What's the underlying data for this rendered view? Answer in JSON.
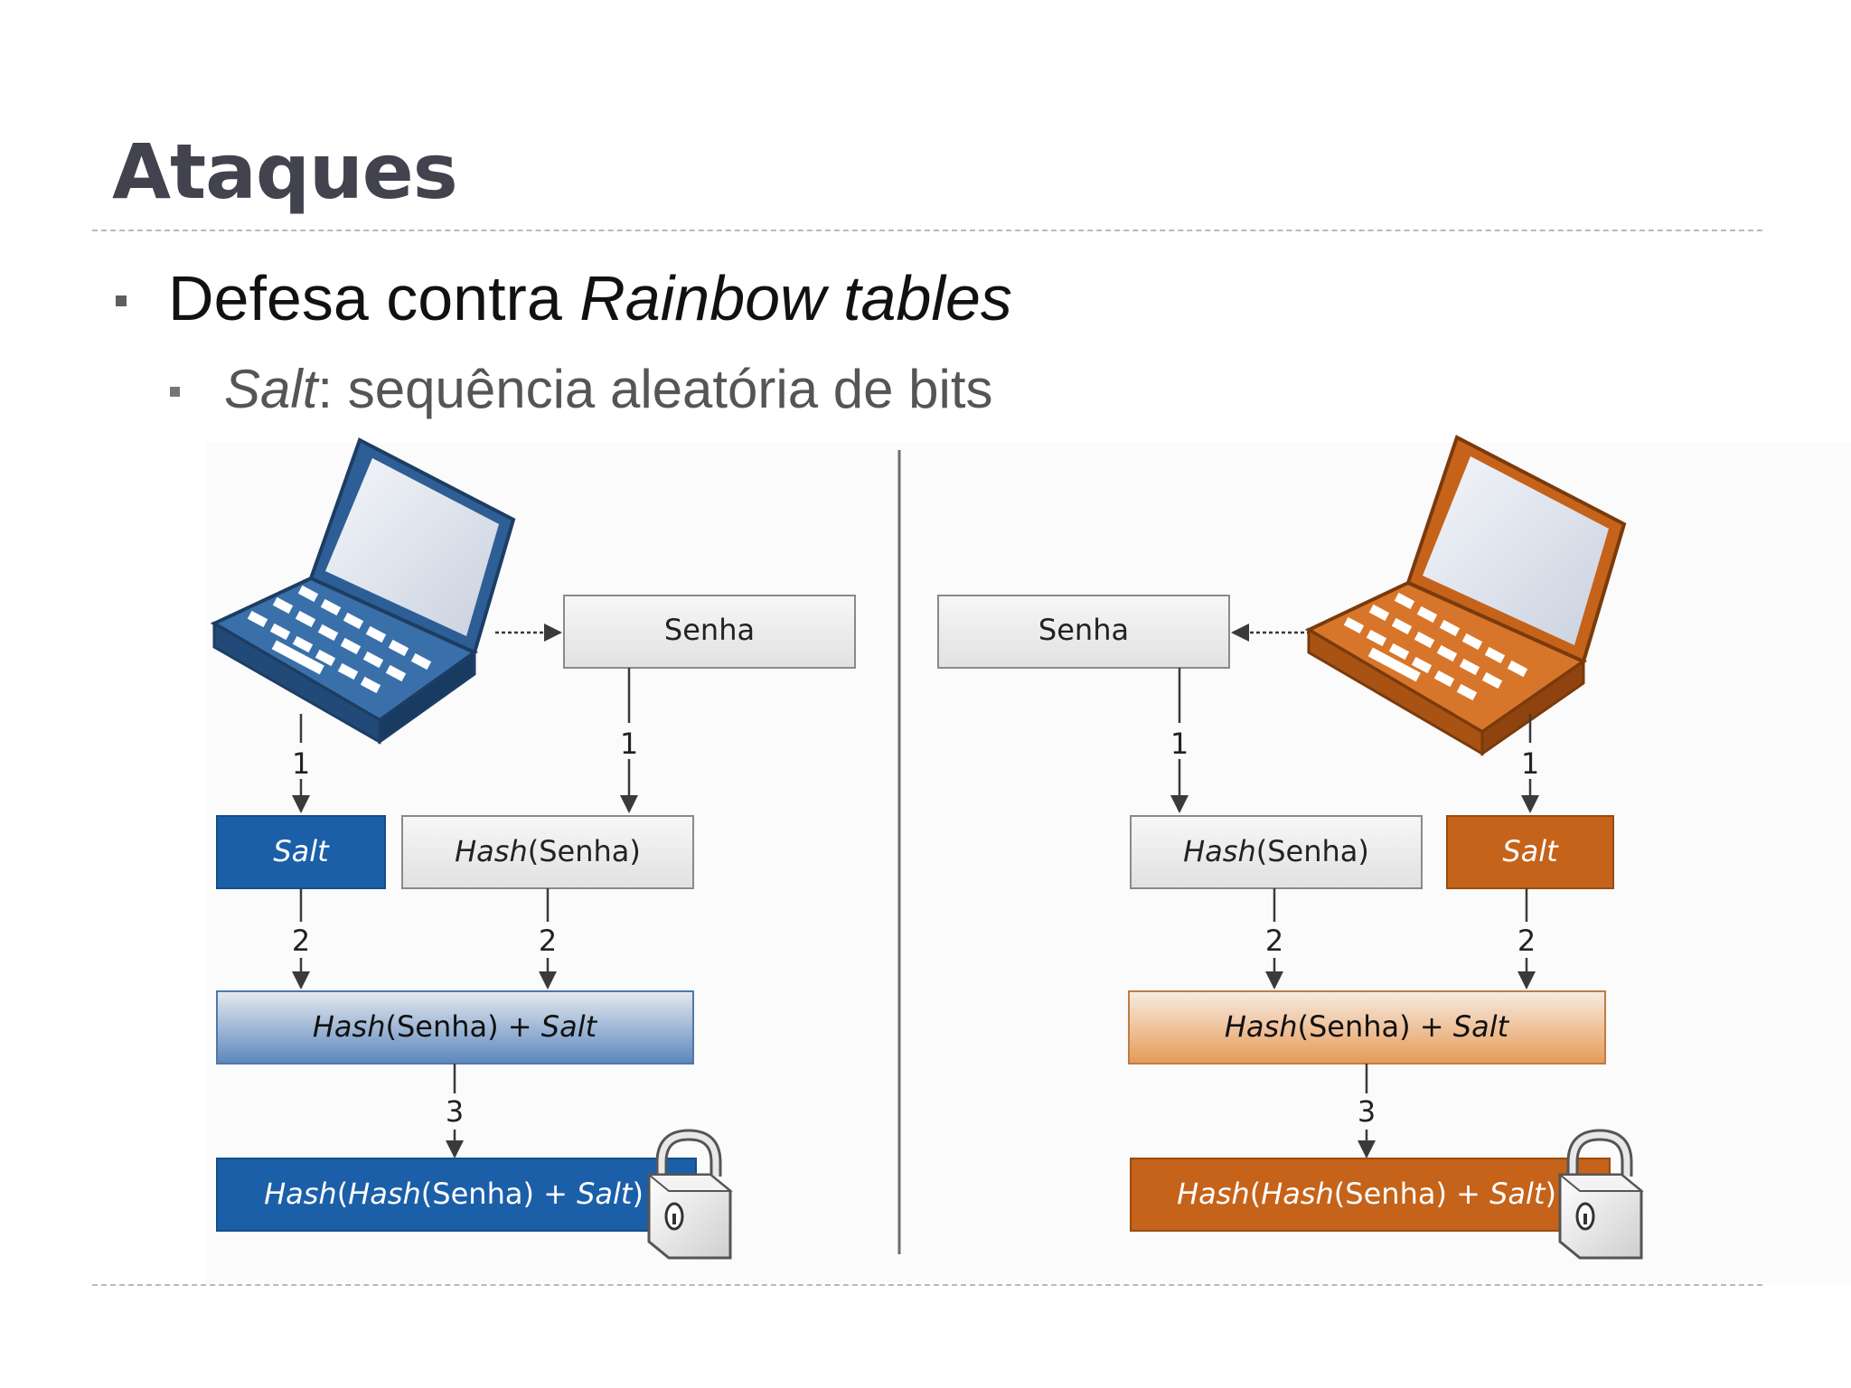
{
  "slide": {
    "title": "Ataques",
    "bullet1": {
      "prefix": "Defesa contra ",
      "italic": "Rainbow tables"
    },
    "bullet2": {
      "italic": "Salt",
      "rest": ": sequência aleatória de bits"
    }
  },
  "diagram": {
    "colors": {
      "blue": "#1b5fa8",
      "blue_gradient": [
        "#e6e9ef",
        "#5b87bd"
      ],
      "orange": "#c5631a",
      "orange_gradient": [
        "#f7ece2",
        "#e69a57"
      ],
      "gray_box": "#ececec"
    },
    "left": {
      "senha": "Senha",
      "salt": "Salt",
      "hash_prefix": "Hash",
      "hash_suffix": "(Senha)",
      "combined": {
        "a": "Hash",
        "b": "(Senha) + ",
        "c": "Salt"
      },
      "final": {
        "a": "Hash",
        "b": "(",
        "c": "Hash",
        "d": "(Senha) + ",
        "e": "Salt",
        "f": ")"
      },
      "steps": {
        "laptop_to_salt": "1",
        "senha_to_hash": "1",
        "salt_to_combined": "2",
        "hash_to_combined": "2",
        "combined_to_final": "3"
      }
    },
    "right": {
      "senha": "Senha",
      "salt": "Salt",
      "hash_prefix": "Hash",
      "hash_suffix": "(Senha)",
      "combined": {
        "a": "Hash",
        "b": "(Senha) + ",
        "c": "Salt"
      },
      "final": {
        "a": "Hash",
        "b": "(",
        "c": "Hash",
        "d": "(Senha) + ",
        "e": "Salt",
        "f": ")"
      },
      "steps": {
        "senha_to_hash": "1",
        "laptop_to_salt": "1",
        "hash_to_combined": "2",
        "salt_to_combined": "2",
        "combined_to_final": "3"
      }
    },
    "icons": [
      "laptop-blue-icon",
      "laptop-orange-icon",
      "padlock-icon"
    ]
  }
}
